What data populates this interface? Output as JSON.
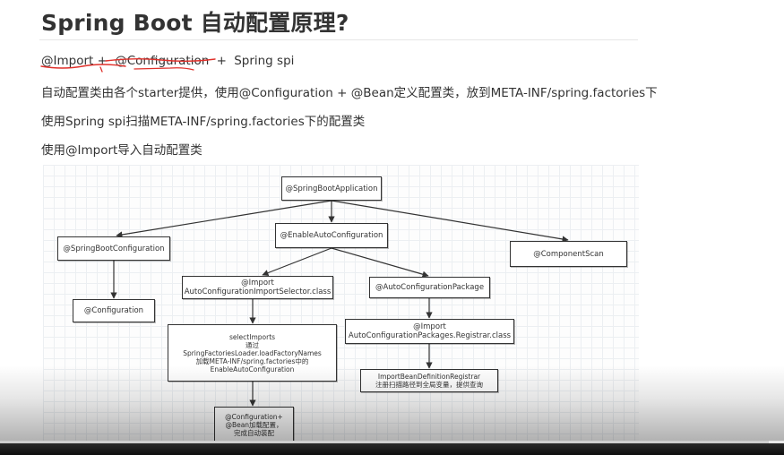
{
  "title": "Spring Boot 自动配置原理?",
  "lines": {
    "line1": [
      "@Import +",
      "@Configuration",
      "+",
      "Spring spi"
    ],
    "line2": "自动配置类由各个starter提供，使用@Configuration + @Bean定义配置类，放到META-INF/spring.factories下",
    "line3": "使用Spring spi扫描META-INF/spring.factories下的配置类",
    "line4": "使用@Import导入自动配置类"
  },
  "diagram": {
    "nodes": {
      "sba": "@SpringBootApplication",
      "sbc": "@SpringBootConfiguration",
      "eac": "@EnableAutoConfiguration",
      "cs": "@ComponentScan",
      "conf": "@Configuration",
      "imp_sel": "@Import\nAutoConfigurationImportSelector.class",
      "acp": "@AutoConfigurationPackage",
      "sel_imports": "selectImports\n通过\nSpringFactoriesLoader.loadFactoryNames\n加载META-INF/spring.factories中的\nEnableAutoConfiguration",
      "imp_reg": "@Import\nAutoConfigurationPackages.Registrar.class",
      "conf_bean": "@Configuration+\n@Bean加载配置，\n完成自动装配",
      "ibdr": "ImportBeanDefinitionRegistrar\n注册扫描路径到全局变量，提供查询"
    }
  },
  "colors": {
    "annotation_red": "#e0302a"
  },
  "progress": 0.98
}
